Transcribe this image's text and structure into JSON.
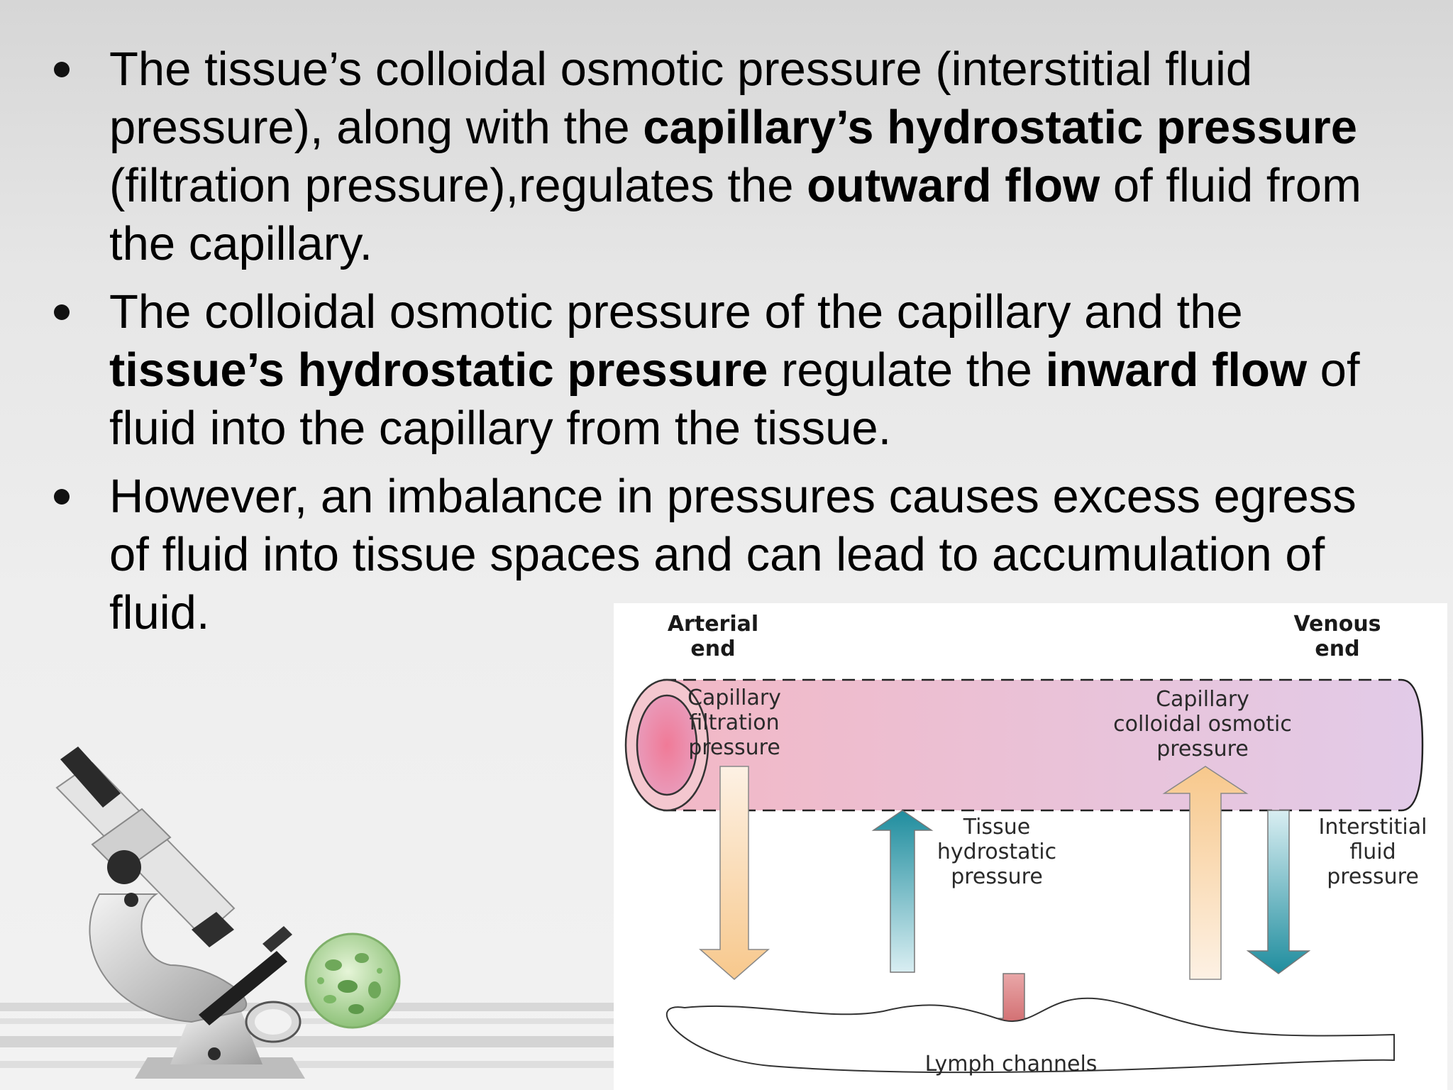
{
  "slide": {
    "bullets": [
      {
        "lines": [
          [
            {
              "t": "The tissue’s colloidal osmotic pressure (interstitial fluid",
              "b": false
            }
          ],
          [
            {
              "t": "pressure), along with the ",
              "b": false
            },
            {
              "t": "capillary’s hydrostatic pressure",
              "b": true
            }
          ],
          [
            {
              "t": "(filtration pressure),regulates the ",
              "b": false
            },
            {
              "t": "outward flow",
              "b": true
            },
            {
              "t": " of fluid from",
              "b": false
            }
          ],
          [
            {
              "t": "the capillary.",
              "b": false
            }
          ]
        ]
      },
      {
        "lines": [
          [
            {
              "t": "The colloidal osmotic pressure of the capillary and the",
              "b": false
            }
          ],
          [
            {
              "t": "tissue’s hydrostatic pressure",
              "b": true
            },
            {
              "t": " regulate the ",
              "b": false
            },
            {
              "t": "inward flow",
              "b": true
            },
            {
              "t": " of",
              "b": false
            }
          ],
          [
            {
              "t": "fluid into the capillary from the tissue.",
              "b": false
            }
          ]
        ]
      },
      {
        "lines": [
          [
            {
              "t": "However, an imbalance in pressures causes excess egress",
              "b": false
            }
          ],
          [
            {
              "t": "of fluid into tissue spaces and can lead to accumulation of",
              "b": false
            }
          ],
          [
            {
              "t": "fluid.",
              "b": false
            }
          ]
        ]
      }
    ]
  },
  "diagram": {
    "arterial_end": [
      "Arterial",
      "end"
    ],
    "venous_end": [
      "Venous",
      "end"
    ],
    "capillary_filtration": [
      "Capillary",
      "filtration",
      "pressure"
    ],
    "capillary_colloidal": [
      "Capillary",
      "colloidal osmotic",
      "pressure"
    ],
    "tissue_hydrostatic": [
      "Tissue",
      "hydrostatic",
      "pressure"
    ],
    "interstitial_fluid": [
      "Interstitial",
      "fluid",
      "pressure"
    ],
    "lymph_channels": "Lymph channels",
    "colors": {
      "capillary_arterial": "#f2b8c6",
      "capillary_venous": "#e2cbe8",
      "orange_arrow": "#f7c88c",
      "teal_arrow": "#1f8d9e",
      "red_arrow": "#c8565a"
    }
  }
}
